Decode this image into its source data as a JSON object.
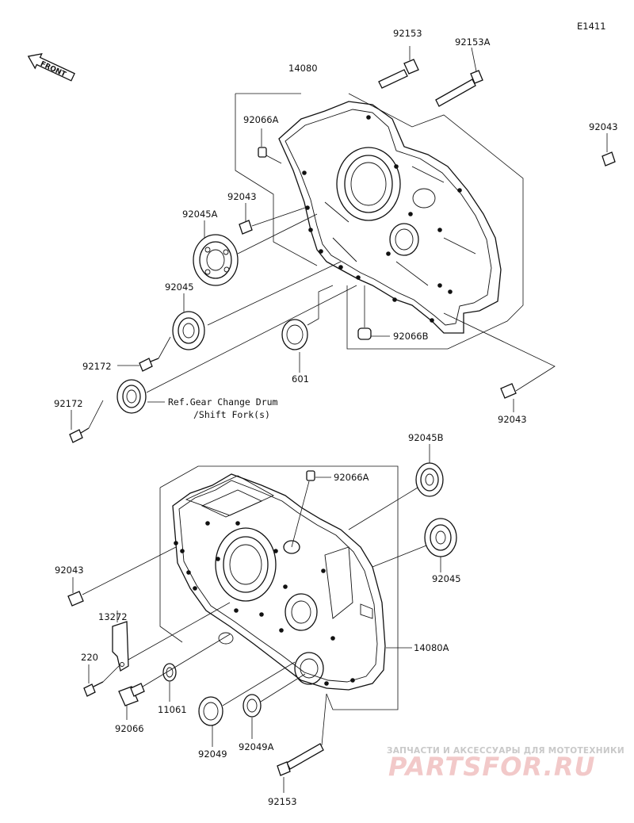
{
  "diagram_code": "E1411",
  "front_label": "FRONT",
  "parts": {
    "p_92153_top": "92153",
    "p_92153A": "92153A",
    "p_14080": "14080",
    "p_92066A_top": "92066A",
    "p_92043_right_top": "92043",
    "p_92043_left": "92043",
    "p_92045A": "92045A",
    "p_92045_top": "92045",
    "p_92172_a": "92172",
    "p_92172_b": "92172",
    "p_601": "601",
    "p_92066B": "92066B",
    "p_92043_right_mid": "92043",
    "p_92045B": "92045B",
    "p_92066A_bottom": "92066A",
    "p_92045_bottom": "92045",
    "p_92043_bottom_left": "92043",
    "p_13272": "13272",
    "p_220": "220",
    "p_11061": "11061",
    "p_92066": "92066",
    "p_92049": "92049",
    "p_92049A": "92049A",
    "p_14080A": "14080A",
    "p_92153_bottom": "92153"
  },
  "reference_note": {
    "line1": "Ref.Gear Change Drum",
    "line2": "/Shift Fork(s)"
  },
  "watermark": {
    "line1": "ЗАПЧАСТИ И АКСЕССУАРЫ ДЛЯ МОТОТЕХНИКИ",
    "line2": "PARTSFOR.RU",
    "color": "#e34b4b"
  }
}
